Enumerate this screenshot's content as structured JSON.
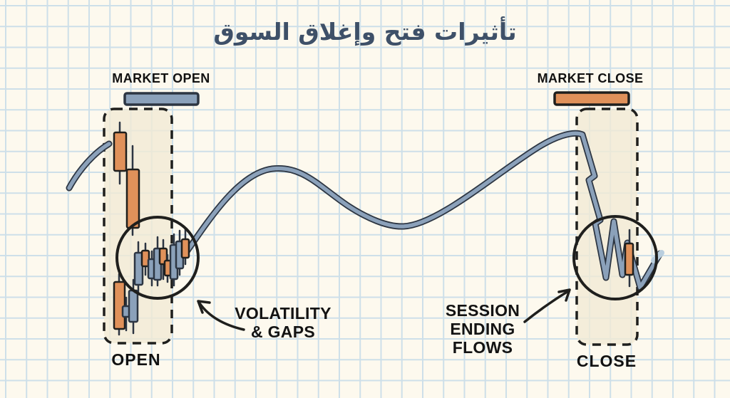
{
  "title": "تأثيرات فتح وإغلاق السوق",
  "labels": {
    "market_open": "MARKET OPEN",
    "market_close": "MARKET CLOSE",
    "open": "OPEN",
    "close": "CLOSE"
  },
  "annotations": {
    "volatility_line1": "VOLATILITY",
    "volatility_line2": "& GAPS",
    "session_line1": "SESSION",
    "session_line2": "ENDING",
    "session_line3": "FLOWS"
  },
  "colors": {
    "title_navy": "#3e5068",
    "ink": "#1f1f1d",
    "line_outline": "#2c3542",
    "bullish_blue": "#8ba1ba",
    "line_tip_light": "#b9cede",
    "bearish_orange": "#e0915a",
    "background_cream": "#fdf9ee",
    "grid_blue": "#cddfe9",
    "zone_beige": "#f1ead5"
  }
}
